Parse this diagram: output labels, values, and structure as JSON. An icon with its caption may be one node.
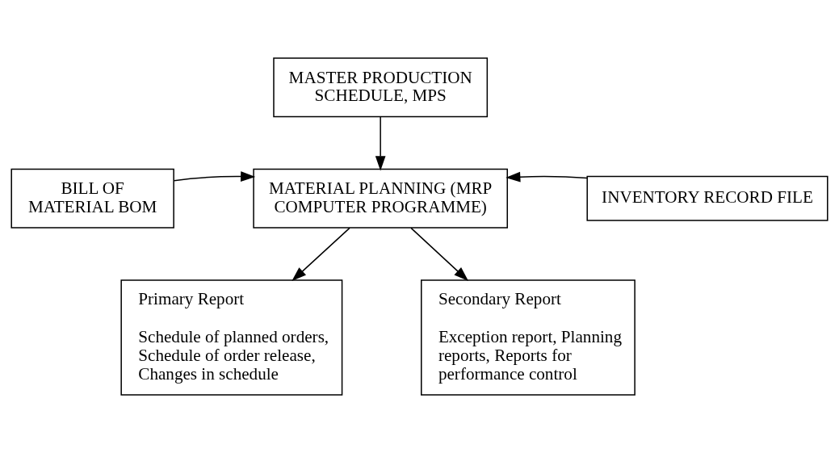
{
  "diagram": {
    "nodes": [
      {
        "text": [
          "MASTER PRODUCTION SCHEDULE, MPS"
        ]
      },
      {
        "text": [
          "MATERIAL PLANNING (MRP COMPUTER PROGRAMME)"
        ]
      },
      {
        "text": [
          "BILL OF MATERIAL BOM"
        ]
      },
      {
        "text": [
          "INVENTORY RECORD FILE"
        ]
      },
      {
        "text": [
          "Primary Report",
          "Schedule of planned orders, Schedule of order release, Changes in schedule"
        ]
      },
      {
        "text": [
          "Secondary Report",
          "Exception report, Planning reports, Reports for performance control"
        ]
      }
    ],
    "edges": [
      {
        "from": 0,
        "to": 1,
        "arrow": "to"
      },
      {
        "from": 2,
        "to": 1,
        "arrow": "to"
      },
      {
        "from": 3,
        "to": 1,
        "arrow": "to"
      },
      {
        "from": 1,
        "to": 4,
        "arrow": "to"
      },
      {
        "from": 1,
        "to": 5,
        "arrow": "to"
      }
    ]
  }
}
